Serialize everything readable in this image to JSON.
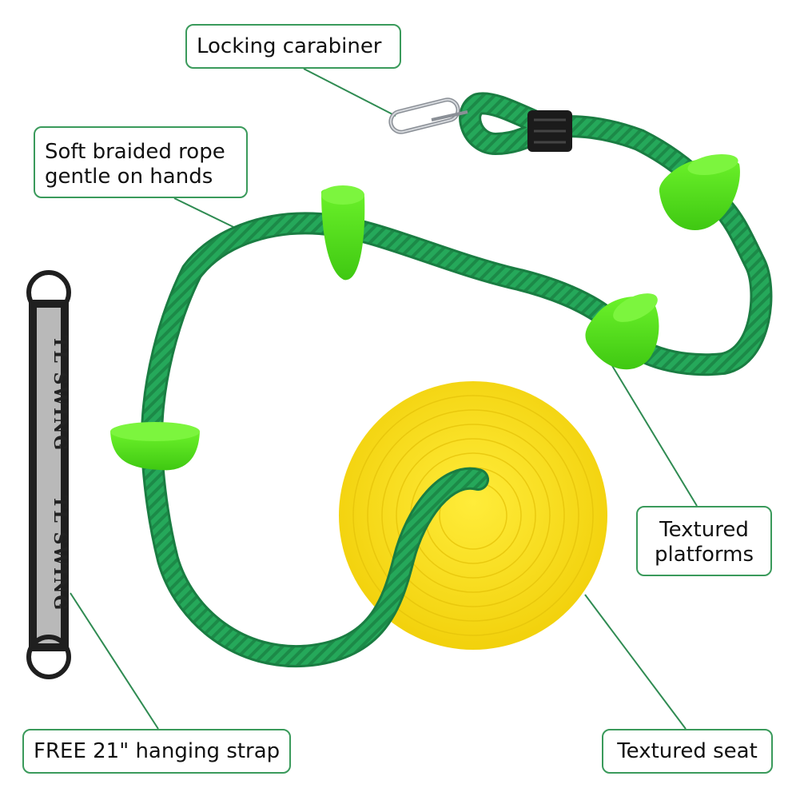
{
  "callouts": {
    "carabiner": {
      "line1": "Locking carabiner"
    },
    "rope": {
      "line1": "Soft braided rope",
      "line2": "gentle on hands"
    },
    "platforms": {
      "line1": "Textured",
      "line2": "platforms"
    },
    "strap": {
      "line1": "FREE 21\" hanging strap"
    },
    "seat": {
      "line1": "Textured seat"
    }
  },
  "strap_print": "TL SWING",
  "colors": {
    "rope_green": "#25a85a",
    "platform_green": "#5ee61c",
    "seat_yellow": "#fbe11d",
    "callout_border": "#3a9a5b",
    "strap_black": "#1f1f1f",
    "strap_gray": "#b9b9b9"
  }
}
